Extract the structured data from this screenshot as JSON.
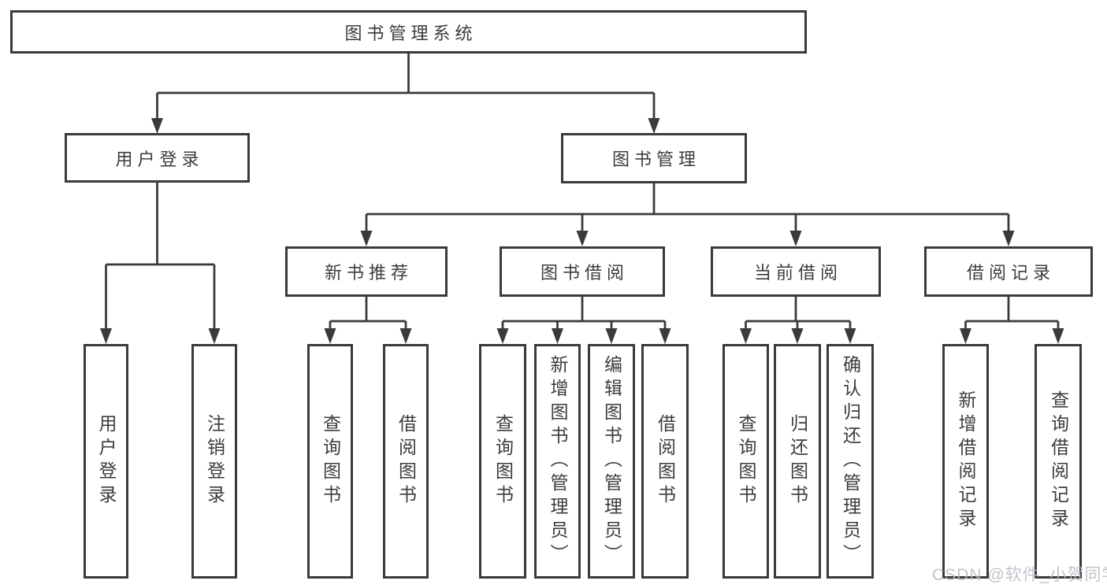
{
  "diagram": {
    "title": "图书管理系统",
    "branches": [
      {
        "label": "用户登录",
        "children": [
          {
            "label": "用户登录"
          },
          {
            "label": "注销登录"
          }
        ]
      },
      {
        "label": "图书管理",
        "children": [
          {
            "label": "新书推荐",
            "children": [
              {
                "label": "查询图书"
              },
              {
                "label": "借阅图书"
              }
            ]
          },
          {
            "label": "图书借阅",
            "children": [
              {
                "label": "查询图书"
              },
              {
                "label": "新增图书（管理员）"
              },
              {
                "label": "编辑图书（管理员）"
              },
              {
                "label": "借阅图书"
              }
            ]
          },
          {
            "label": "当前借阅",
            "children": [
              {
                "label": "查询图书"
              },
              {
                "label": "归还图书"
              },
              {
                "label": "确认归还（管理员）"
              }
            ]
          },
          {
            "label": "借阅记录",
            "children": [
              {
                "label": "新增借阅记录"
              },
              {
                "label": "查询借阅记录"
              }
            ]
          }
        ]
      }
    ]
  },
  "watermark": {
    "text": "CSDN @软件_小贺同学"
  },
  "colors": {
    "line": "#3a3a3a",
    "text": "#3c3c3c",
    "watermark": "#b9bdc4",
    "background": "#ffffff"
  }
}
